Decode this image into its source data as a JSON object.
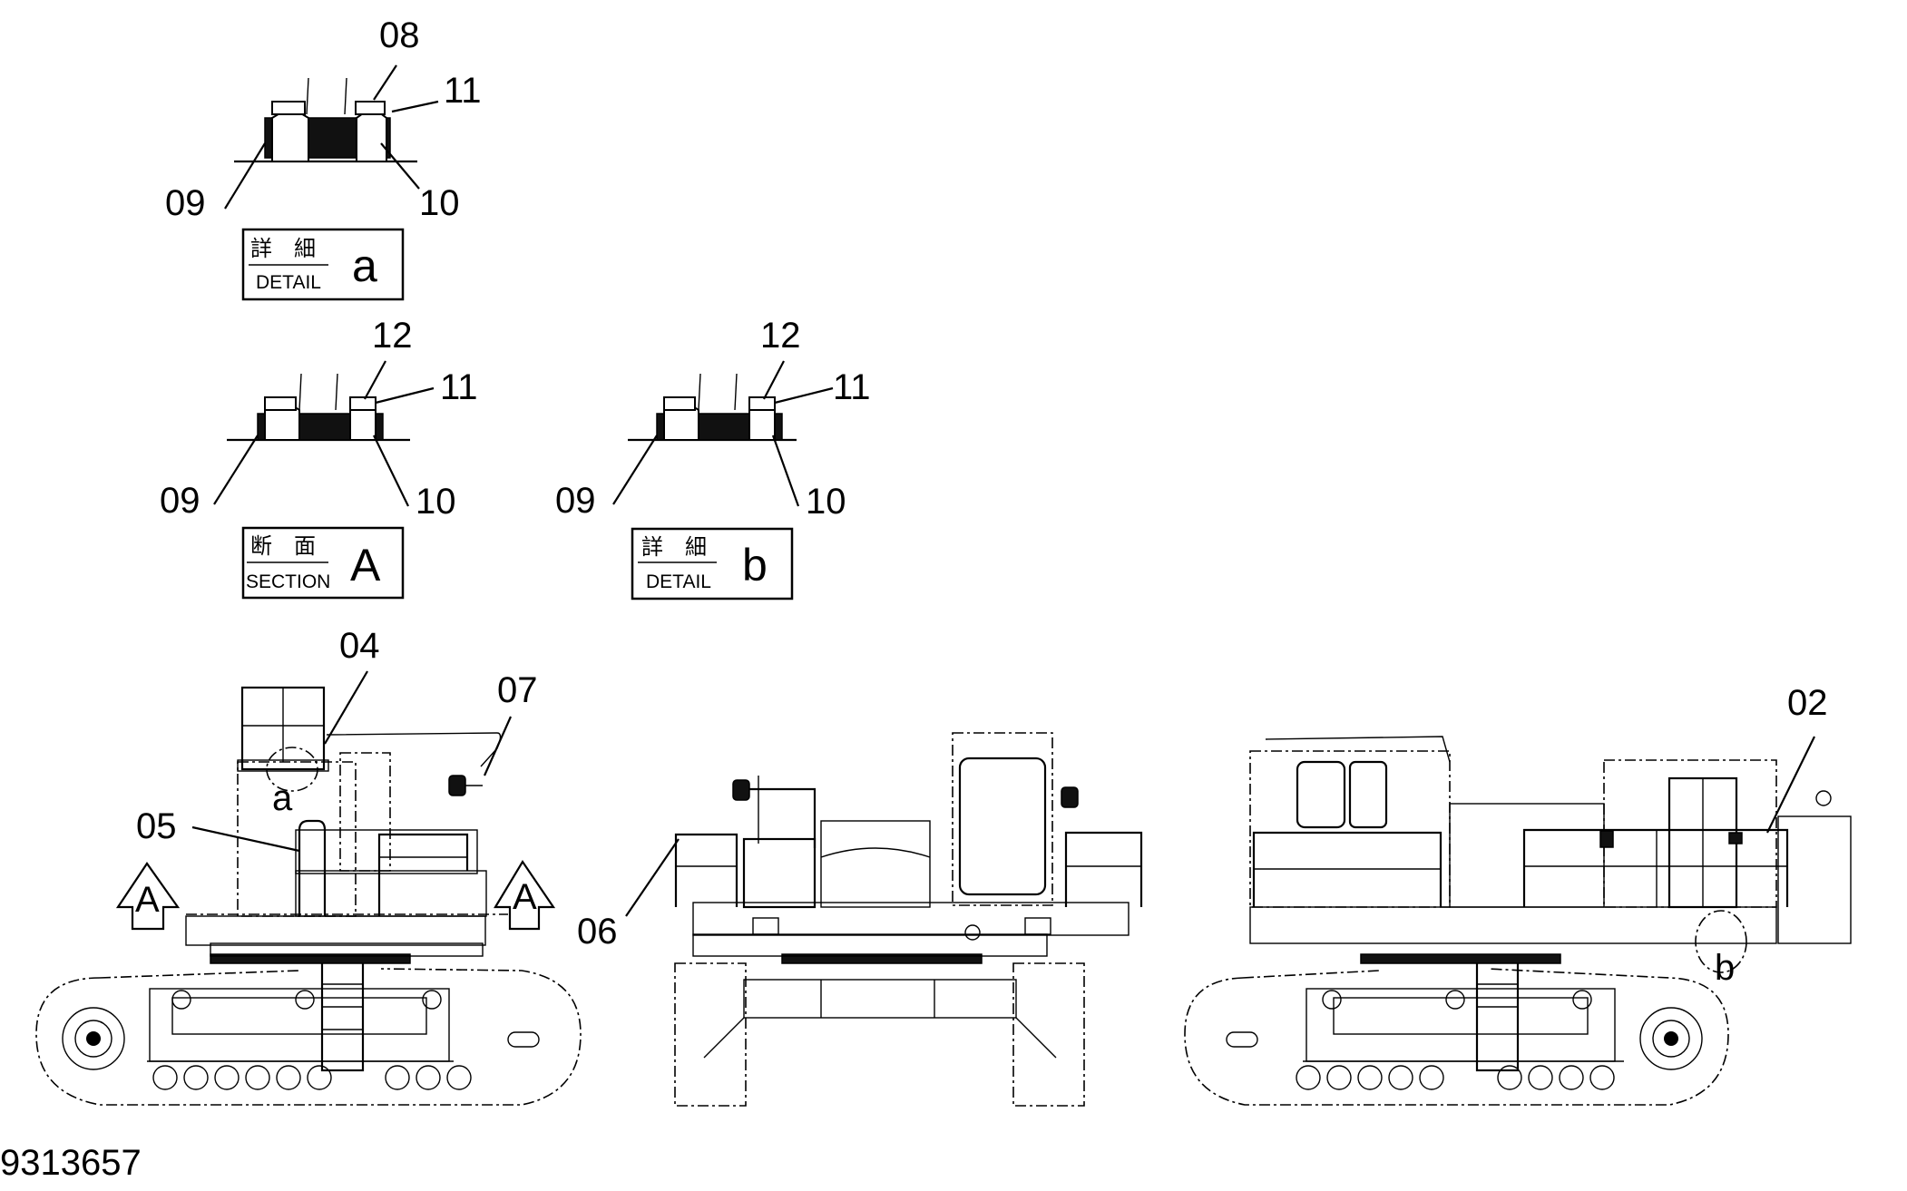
{
  "parts": {
    "p02": "02",
    "p04": "04",
    "p05": "05",
    "p06": "06",
    "p07": "07",
    "p08": "08",
    "p09": "09",
    "p10": "10",
    "p11": "11",
    "p12": "12"
  },
  "detail_a": {
    "kanji": "詳　細",
    "word": "DETAIL",
    "letter": "a"
  },
  "section_A": {
    "kanji": "断　面",
    "word": "SECTION",
    "letter": "A"
  },
  "detail_b": {
    "kanji": "詳　細",
    "word": "DETAIL",
    "letter": "b"
  },
  "markers": {
    "detail_a_ref": "a",
    "detail_b_ref": "b",
    "section_arrow_left": "A",
    "section_arrow_right": "A"
  },
  "document_number": "9313657"
}
